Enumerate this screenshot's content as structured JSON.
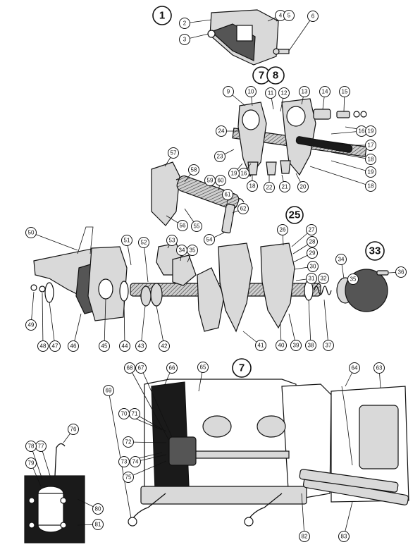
{
  "groups": [
    "1",
    "7",
    "8",
    "25",
    "33",
    "7"
  ],
  "labels": {
    "p2": "2",
    "p3": "3",
    "p4": "4",
    "p5": "5",
    "p6": "6",
    "p9": "9",
    "p10": "10",
    "p11": "11",
    "p12": "12",
    "p13": "13",
    "p14": "14",
    "p15": "15",
    "p16a": "16",
    "p16b": "16",
    "p17": "17",
    "p18a": "18",
    "p18b": "18",
    "p18c": "18",
    "p19a": "19",
    "p19b": "19",
    "p19c": "19",
    "p20": "20",
    "p21": "21",
    "p22": "22",
    "p23": "23",
    "p24": "24",
    "p26": "26",
    "p27": "27",
    "p28": "28",
    "p29": "29",
    "p30": "30",
    "p31": "31",
    "p32": "32",
    "p34a": "34",
    "p35a": "35",
    "p34b": "34",
    "p35b": "35",
    "p36": "36",
    "p37": "37",
    "p38": "38",
    "p39": "39",
    "p40": "40",
    "p41": "41",
    "p42": "42",
    "p43": "43",
    "p44": "44",
    "p45": "45",
    "p46": "46",
    "p47": "47",
    "p48": "48",
    "p49": "49",
    "p50": "50",
    "p51": "51",
    "p52": "52",
    "p53": "53",
    "p54": "54",
    "p55": "55",
    "p56": "56",
    "p57": "57",
    "p58": "58",
    "p59": "59",
    "p60": "60",
    "p61": "61",
    "p62": "62",
    "p63": "63",
    "p64": "64",
    "p65": "65",
    "p66": "66",
    "p67": "67",
    "p68": "68",
    "p69": "69",
    "p70": "70",
    "p71": "71",
    "p72": "72",
    "p73": "73",
    "p74": "74",
    "p75": "75",
    "p76": "76",
    "p77": "77",
    "p78": "78",
    "p79": "79",
    "p80": "80",
    "p81": "81",
    "p82": "82",
    "p83": "83"
  }
}
